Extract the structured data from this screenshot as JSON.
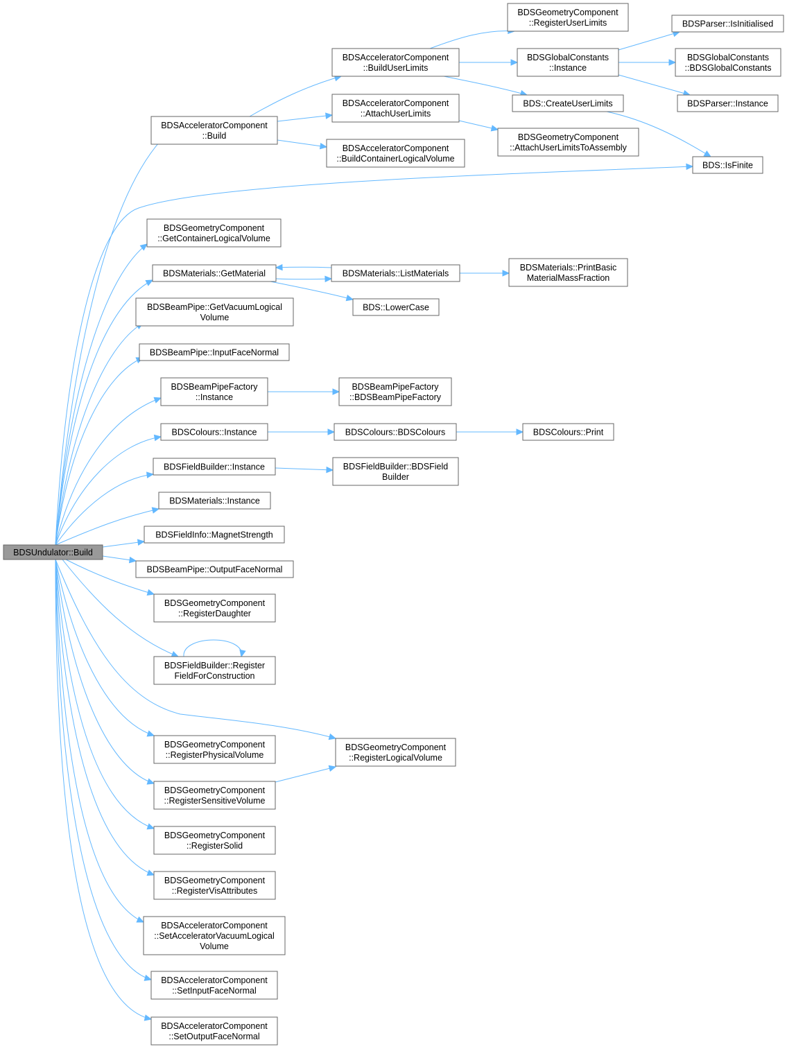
{
  "nodes": [
    {
      "id": "root",
      "lines": [
        "BDSUndulator::Build"
      ],
      "root": true
    },
    {
      "id": "acc_build",
      "lines": [
        "BDSAcceleratorComponent",
        "::Build"
      ]
    },
    {
      "id": "acc_builduserlimits",
      "lines": [
        "BDSAcceleratorComponent",
        "::BuildUserLimits"
      ]
    },
    {
      "id": "acc_attachuserlimits",
      "lines": [
        "BDSAcceleratorComponent",
        "::AttachUserLimits"
      ]
    },
    {
      "id": "acc_buildcontainer",
      "lines": [
        "BDSAcceleratorComponent",
        "::BuildContainerLogicalVolume"
      ]
    },
    {
      "id": "geo_registeruserlimits",
      "lines": [
        "BDSGeometryComponent",
        "::RegisterUserLimits"
      ]
    },
    {
      "id": "globalconst_instance",
      "lines": [
        "BDSGlobalConstants",
        "::Instance"
      ]
    },
    {
      "id": "bds_createuserlimits",
      "lines": [
        "BDS::CreateUserLimits"
      ]
    },
    {
      "id": "geo_attachuserlimits",
      "lines": [
        "BDSGeometryComponent",
        "::AttachUserLimitsToAssembly"
      ]
    },
    {
      "id": "parser_isinit",
      "lines": [
        "BDSParser::IsInitialised"
      ]
    },
    {
      "id": "globalconst_ctor",
      "lines": [
        "BDSGlobalConstants",
        "::BDSGlobalConstants"
      ]
    },
    {
      "id": "parser_instance",
      "lines": [
        "BDSParser::Instance"
      ]
    },
    {
      "id": "bds_isfinite",
      "lines": [
        "BDS::IsFinite"
      ]
    },
    {
      "id": "geo_getcontainer",
      "lines": [
        "BDSGeometryComponent",
        "::GetContainerLogicalVolume"
      ]
    },
    {
      "id": "mat_getmaterial",
      "lines": [
        "BDSMaterials::GetMaterial"
      ]
    },
    {
      "id": "mat_listmaterials",
      "lines": [
        "BDSMaterials::ListMaterials"
      ]
    },
    {
      "id": "mat_printbasic",
      "lines": [
        "BDSMaterials::PrintBasic",
        "MaterialMassFraction"
      ]
    },
    {
      "id": "bds_lowercase",
      "lines": [
        "BDS::LowerCase"
      ]
    },
    {
      "id": "bp_getvacuum",
      "lines": [
        "BDSBeamPipe::GetVacuumLogical",
        "Volume"
      ]
    },
    {
      "id": "bp_inputface",
      "lines": [
        "BDSBeamPipe::InputFaceNormal"
      ]
    },
    {
      "id": "bpf_instance",
      "lines": [
        "BDSBeamPipeFactory",
        "::Instance"
      ]
    },
    {
      "id": "bpf_ctor",
      "lines": [
        "BDSBeamPipeFactory",
        "::BDSBeamPipeFactory"
      ]
    },
    {
      "id": "col_instance",
      "lines": [
        "BDSColours::Instance"
      ]
    },
    {
      "id": "col_ctor",
      "lines": [
        "BDSColours::BDSColours"
      ]
    },
    {
      "id": "col_print",
      "lines": [
        "BDSColours::Print"
      ]
    },
    {
      "id": "fb_instance",
      "lines": [
        "BDSFieldBuilder::Instance"
      ]
    },
    {
      "id": "fb_ctor",
      "lines": [
        "BDSFieldBuilder::BDSField",
        "Builder"
      ]
    },
    {
      "id": "mat_instance",
      "lines": [
        "BDSMaterials::Instance"
      ]
    },
    {
      "id": "fi_magnet",
      "lines": [
        "BDSFieldInfo::MagnetStrength"
      ]
    },
    {
      "id": "bp_outputface",
      "lines": [
        "BDSBeamPipe::OutputFaceNormal"
      ]
    },
    {
      "id": "geo_regdaughter",
      "lines": [
        "BDSGeometryComponent",
        "::RegisterDaughter"
      ]
    },
    {
      "id": "fb_registerfield",
      "lines": [
        "BDSFieldBuilder::Register",
        "FieldForConstruction"
      ]
    },
    {
      "id": "geo_reglogical",
      "lines": [
        "BDSGeometryComponent",
        "::RegisterLogicalVolume"
      ]
    },
    {
      "id": "geo_regphysical",
      "lines": [
        "BDSGeometryComponent",
        "::RegisterPhysicalVolume"
      ]
    },
    {
      "id": "geo_regsensitive",
      "lines": [
        "BDSGeometryComponent",
        "::RegisterSensitiveVolume"
      ]
    },
    {
      "id": "geo_regsolid",
      "lines": [
        "BDSGeometryComponent",
        "::RegisterSolid"
      ]
    },
    {
      "id": "geo_regvis",
      "lines": [
        "BDSGeometryComponent",
        "::RegisterVisAttributes"
      ]
    },
    {
      "id": "acc_setvacuum",
      "lines": [
        "BDSAcceleratorComponent",
        "::SetAcceleratorVacuumLogical",
        "Volume"
      ]
    },
    {
      "id": "acc_setinput",
      "lines": [
        "BDSAcceleratorComponent",
        "::SetInputFaceNormal"
      ]
    },
    {
      "id": "acc_setoutput",
      "lines": [
        "BDSAcceleratorComponent",
        "::SetOutputFaceNormal"
      ]
    }
  ],
  "edges": [
    [
      "root",
      "acc_build"
    ],
    [
      "root",
      "bds_isfinite"
    ],
    [
      "root",
      "geo_getcontainer"
    ],
    [
      "root",
      "mat_getmaterial"
    ],
    [
      "root",
      "bp_getvacuum"
    ],
    [
      "root",
      "bp_inputface"
    ],
    [
      "root",
      "bpf_instance"
    ],
    [
      "root",
      "col_instance"
    ],
    [
      "root",
      "fb_instance"
    ],
    [
      "root",
      "mat_instance"
    ],
    [
      "root",
      "fi_magnet"
    ],
    [
      "root",
      "bp_outputface"
    ],
    [
      "root",
      "geo_regdaughter"
    ],
    [
      "root",
      "fb_registerfield"
    ],
    [
      "root",
      "geo_reglogical"
    ],
    [
      "root",
      "geo_regphysical"
    ],
    [
      "root",
      "geo_regsensitive"
    ],
    [
      "root",
      "geo_regsolid"
    ],
    [
      "root",
      "geo_regvis"
    ],
    [
      "root",
      "acc_setvacuum"
    ],
    [
      "root",
      "acc_setinput"
    ],
    [
      "root",
      "acc_setoutput"
    ],
    [
      "acc_build",
      "acc_builduserlimits"
    ],
    [
      "acc_build",
      "acc_attachuserlimits"
    ],
    [
      "acc_build",
      "acc_buildcontainer"
    ],
    [
      "acc_builduserlimits",
      "geo_registeruserlimits"
    ],
    [
      "acc_builduserlimits",
      "globalconst_instance"
    ],
    [
      "acc_builduserlimits",
      "bds_createuserlimits"
    ],
    [
      "globalconst_instance",
      "parser_isinit"
    ],
    [
      "globalconst_instance",
      "globalconst_ctor"
    ],
    [
      "globalconst_instance",
      "parser_instance"
    ],
    [
      "bds_createuserlimits",
      "bds_isfinite"
    ],
    [
      "acc_attachuserlimits",
      "geo_attachuserlimits"
    ],
    [
      "mat_getmaterial",
      "mat_listmaterials"
    ],
    [
      "mat_getmaterial",
      "bds_lowercase"
    ],
    [
      "mat_listmaterials",
      "mat_getmaterial"
    ],
    [
      "mat_listmaterials",
      "mat_printbasic"
    ],
    [
      "bpf_instance",
      "bpf_ctor"
    ],
    [
      "col_instance",
      "col_ctor"
    ],
    [
      "col_ctor",
      "col_print"
    ],
    [
      "fb_instance",
      "fb_ctor"
    ],
    [
      "fb_registerfield",
      "fb_registerfield"
    ],
    [
      "geo_regsensitive",
      "geo_reglogical"
    ]
  ]
}
